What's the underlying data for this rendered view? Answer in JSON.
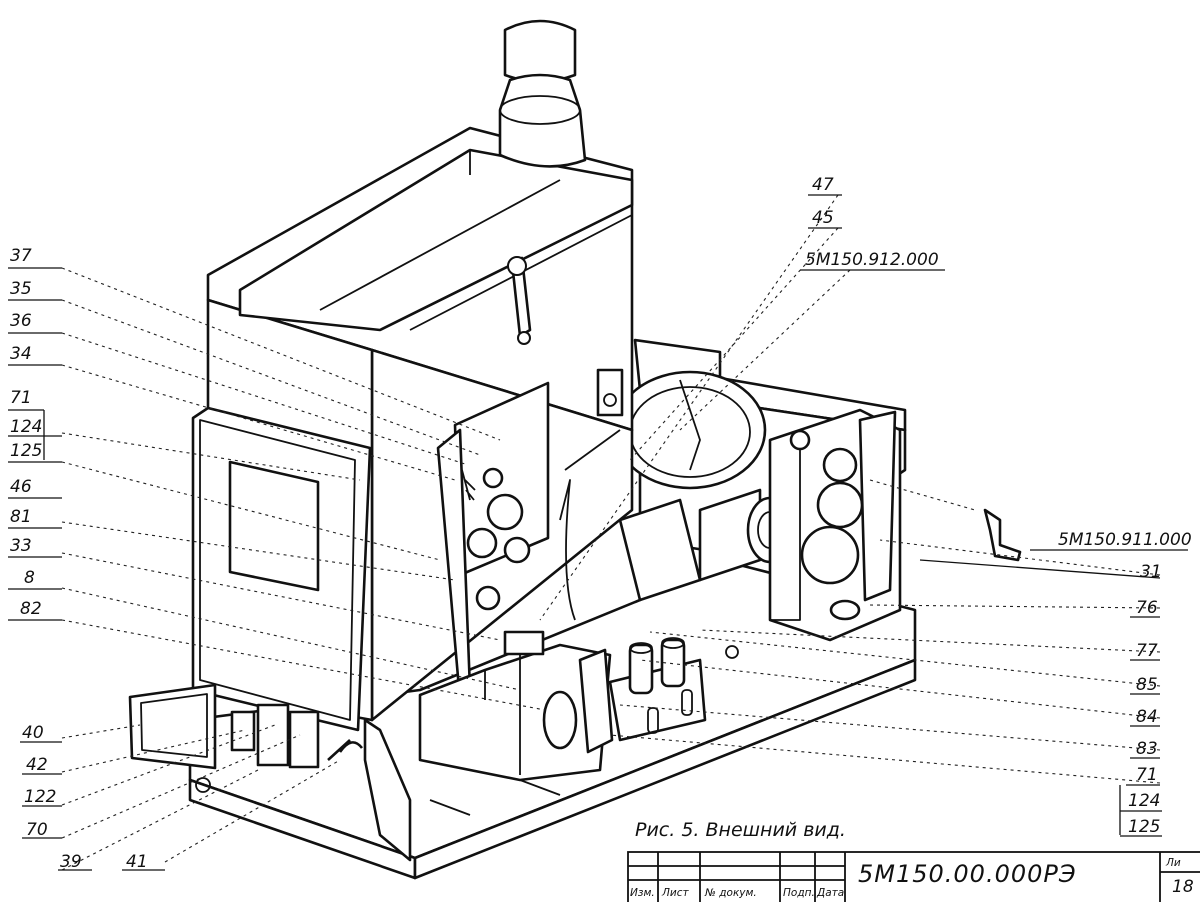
{
  "callouts": {
    "c37": "37",
    "c35": "35",
    "c36": "36",
    "c34": "34",
    "c71a": "71",
    "c124a": "124",
    "c125a": "125",
    "c46": "46",
    "c81": "81",
    "c33": "33",
    "c8": "8",
    "c82": "82",
    "c40": "40",
    "c42": "42",
    "c122": "122",
    "c70": "70",
    "c39": "39",
    "c41": "41",
    "c47": "47",
    "c45": "45",
    "c912": "5М150.912.000",
    "c911": "5М150.911.000",
    "c31": "31",
    "c76": "76",
    "c77": "77",
    "c85": "85",
    "c84": "84",
    "c83": "83",
    "c71b": "71",
    "c124b": "124",
    "c125b": "125"
  },
  "caption": "Рис. 5.  Внешний вид.",
  "title_block": {
    "headers": [
      "Изм.",
      "Лист",
      "№ докум.",
      "Подп.",
      "Дата"
    ],
    "document_code": "5М150.00.000РЭ",
    "sheet_label": "Ли",
    "sheet_number": "18"
  }
}
